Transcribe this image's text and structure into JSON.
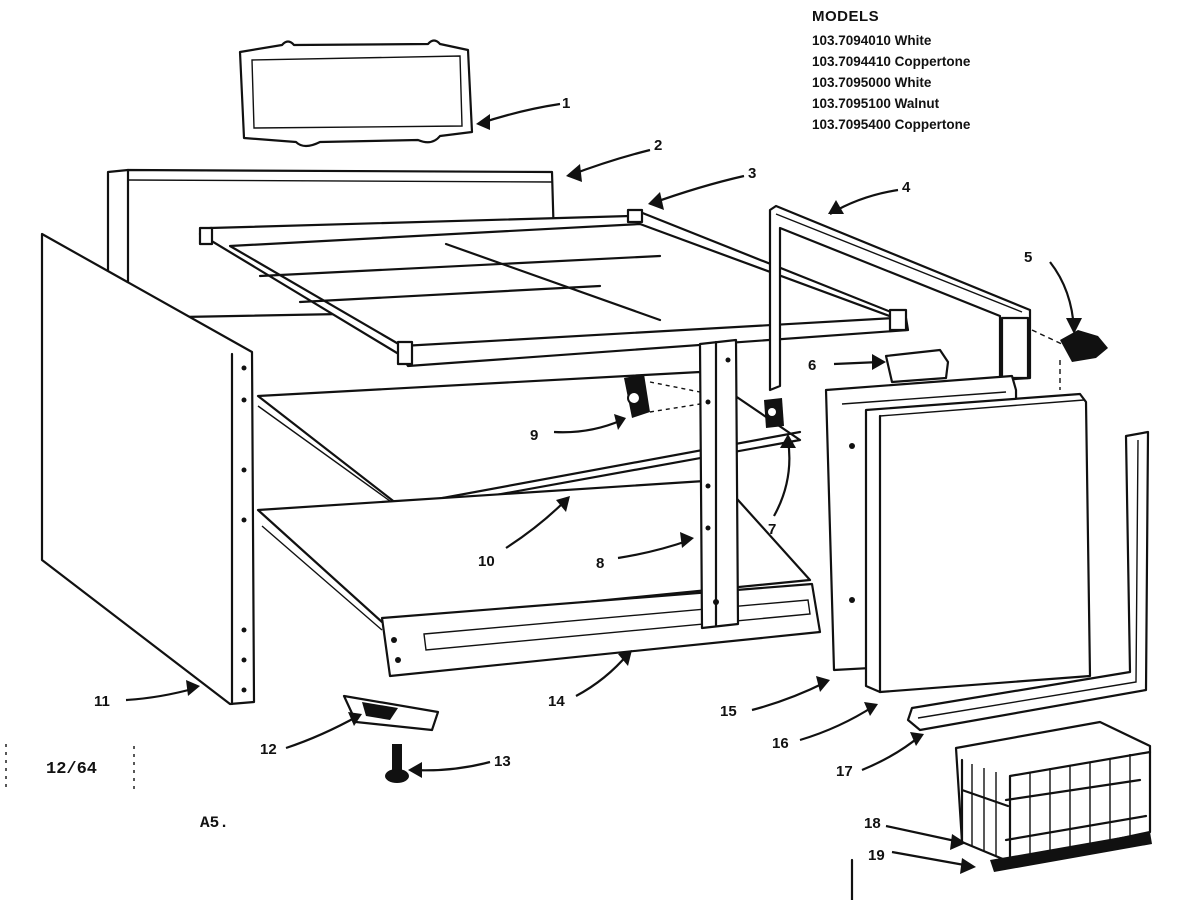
{
  "models": {
    "heading": "MODELS",
    "list": [
      "103.7094010 White",
      "103.7094410 Coppertone",
      "103.7095000 White",
      "103.7095100 Walnut",
      "103.7095400 Coppertone"
    ]
  },
  "callouts": [
    "1",
    "2",
    "3",
    "4",
    "5",
    "6",
    "7",
    "8",
    "9",
    "10",
    "11",
    "12",
    "13",
    "14",
    "15",
    "16",
    "17",
    "18",
    "19"
  ],
  "date_code": "12/64",
  "page_code": "A5."
}
